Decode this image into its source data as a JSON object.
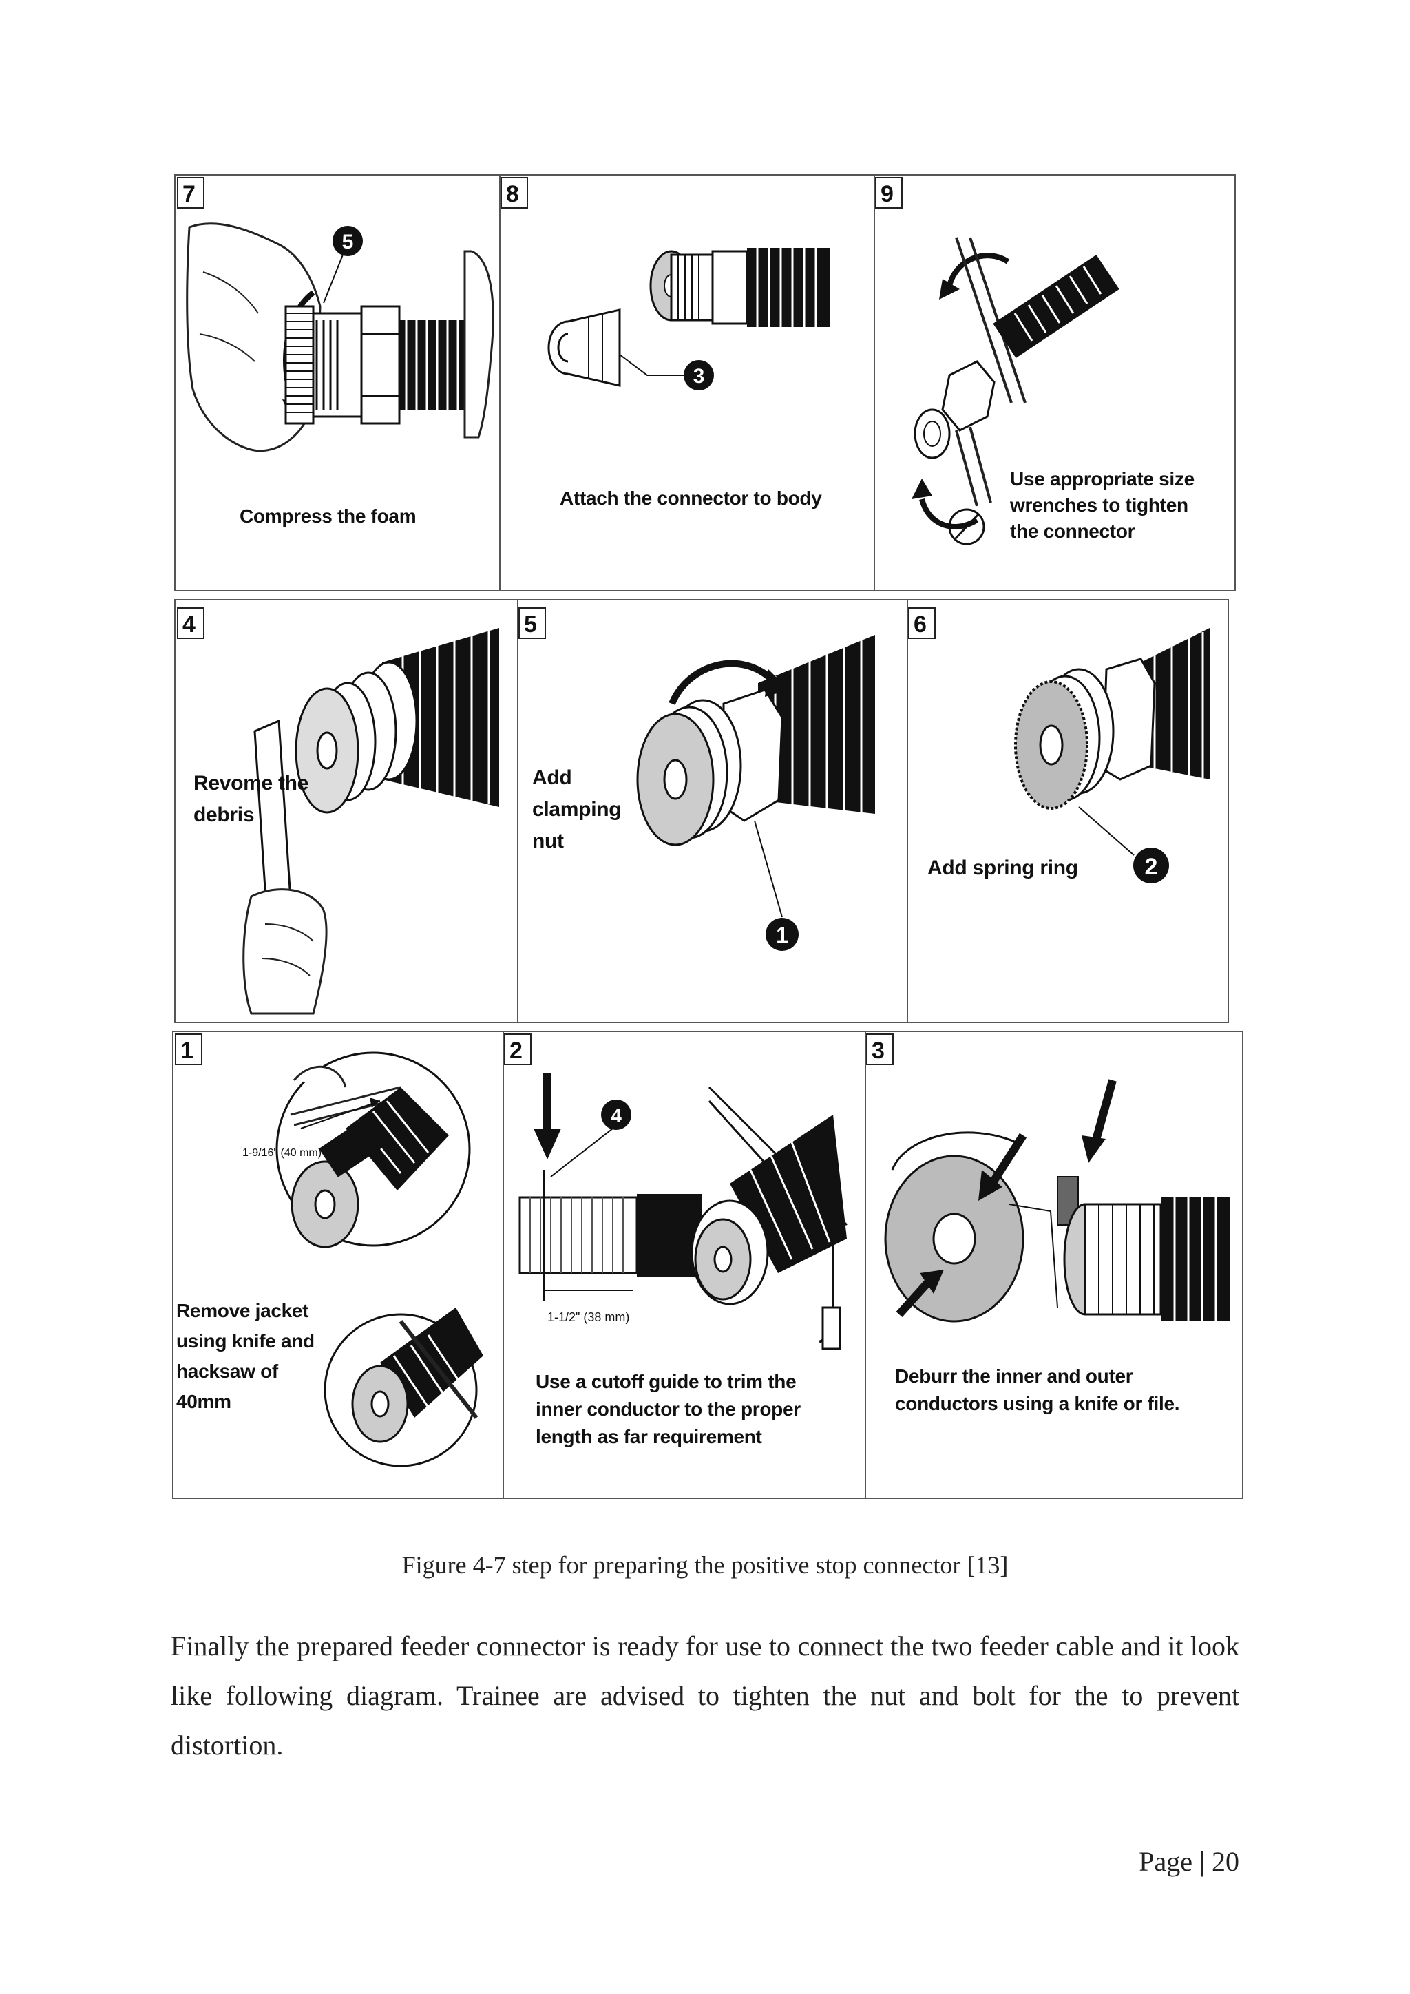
{
  "figure": {
    "rows": [
      {
        "panels": [
          {
            "step": "7",
            "caption": "Compress the foam",
            "callout": "5"
          },
          {
            "step": "8",
            "caption": "Attach the connector to body",
            "callout": "3"
          },
          {
            "step": "9",
            "caption": "Use appropriate size wrenches to tighten the connector"
          }
        ]
      },
      {
        "panels": [
          {
            "step": "4",
            "caption": "Revome the debris"
          },
          {
            "step": "5",
            "caption": "Add clamping nut",
            "callout": "1"
          },
          {
            "step": "6",
            "caption": "Add spring ring",
            "callout": "2"
          }
        ]
      },
      {
        "panels": [
          {
            "step": "1",
            "caption": "Remove jacket using knife and hacksaw of 40mm",
            "measure": "1-9/16\" (40 mm)"
          },
          {
            "step": "2",
            "caption": "Use a cutoff guide to trim the inner conductor to the proper length as far requirement",
            "callout": "4",
            "measure": "1-1/2\" (38 mm)"
          },
          {
            "step": "3",
            "caption": "Deburr the inner and outer conductors using a knife or file."
          }
        ]
      }
    ],
    "caption": "Figure 4-7 step for preparing the positive stop connector [13]"
  },
  "body": {
    "paragraph": "Finally the prepared feeder connector is ready for use to connect the two feeder cable and it look like following diagram. Trainee are advised to tighten the nut and bolt for the to prevent distortion."
  },
  "footer": {
    "page_label": "Page | 20"
  }
}
